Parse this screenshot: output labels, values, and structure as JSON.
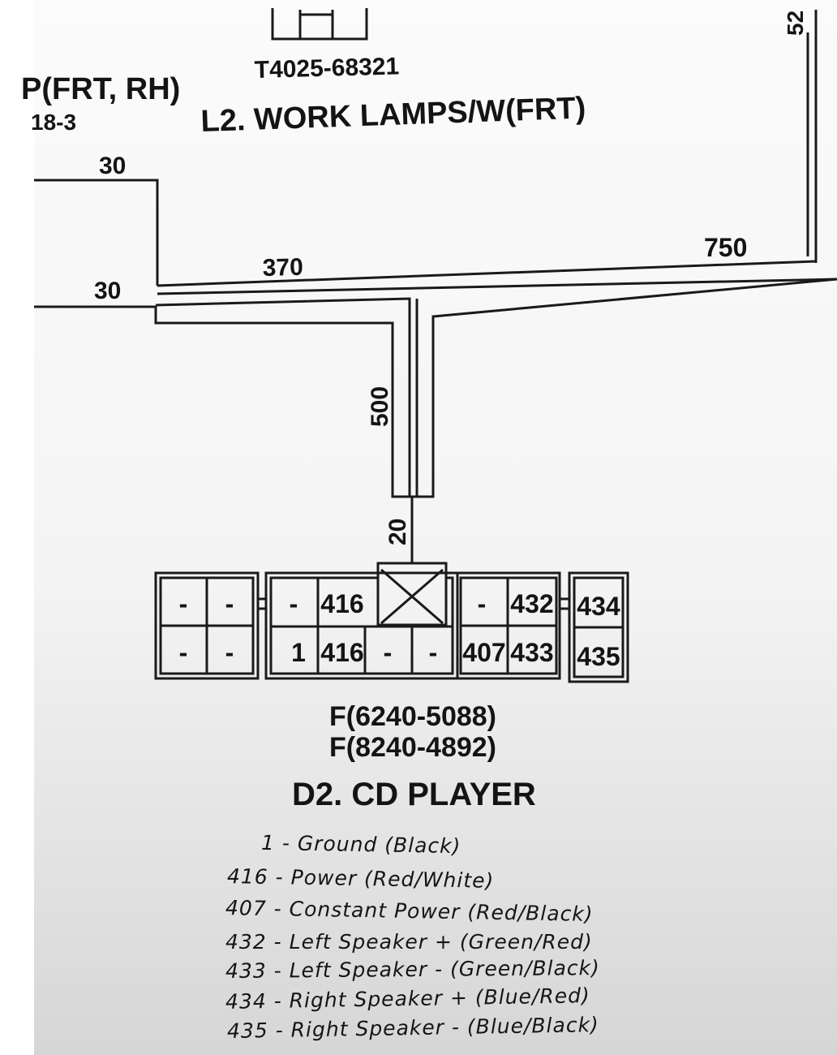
{
  "top_left": {
    "title_fragment": "P(FRT, RH)",
    "code_fragment": "18-3"
  },
  "top_right": {
    "number_fragment": "52"
  },
  "work_lamps": {
    "part_number": "T4025-68321",
    "title": "L2. WORK LAMPS/W(FRT)"
  },
  "wire_lengths": {
    "upper_left": "30",
    "lower_left": "30",
    "middle": "370",
    "right": "750",
    "vertical": "500",
    "connector": "20"
  },
  "connector": {
    "left_block": [
      "-",
      "-",
      "-",
      "-"
    ],
    "center_block_top": [
      "-",
      "416"
    ],
    "center_block_bottom": [
      "1",
      "416",
      "-",
      "-"
    ],
    "right_block_top": [
      "-",
      "432"
    ],
    "right_block_bottom": [
      "407",
      "433"
    ],
    "far_right_block": [
      "434",
      "435"
    ]
  },
  "cd_player": {
    "part_number_1": "F(6240-5088)",
    "part_number_2": "F(8240-4892)",
    "title": "D2. CD PLAYER"
  },
  "pin_notes": [
    {
      "pin": "1",
      "desc": "Ground (Black)"
    },
    {
      "pin": "416",
      "desc": "Power (Red/White)"
    },
    {
      "pin": "407",
      "desc": "Constant Power (Red/Black)"
    },
    {
      "pin": "432",
      "desc": "Left Speaker + (Green/Red)"
    },
    {
      "pin": "433",
      "desc": "Left Speaker - (Green/Black)"
    },
    {
      "pin": "434",
      "desc": "Right Speaker + (Blue/Red)"
    },
    {
      "pin": "435",
      "desc": "Right Speaker - (Blue/Black)"
    }
  ]
}
